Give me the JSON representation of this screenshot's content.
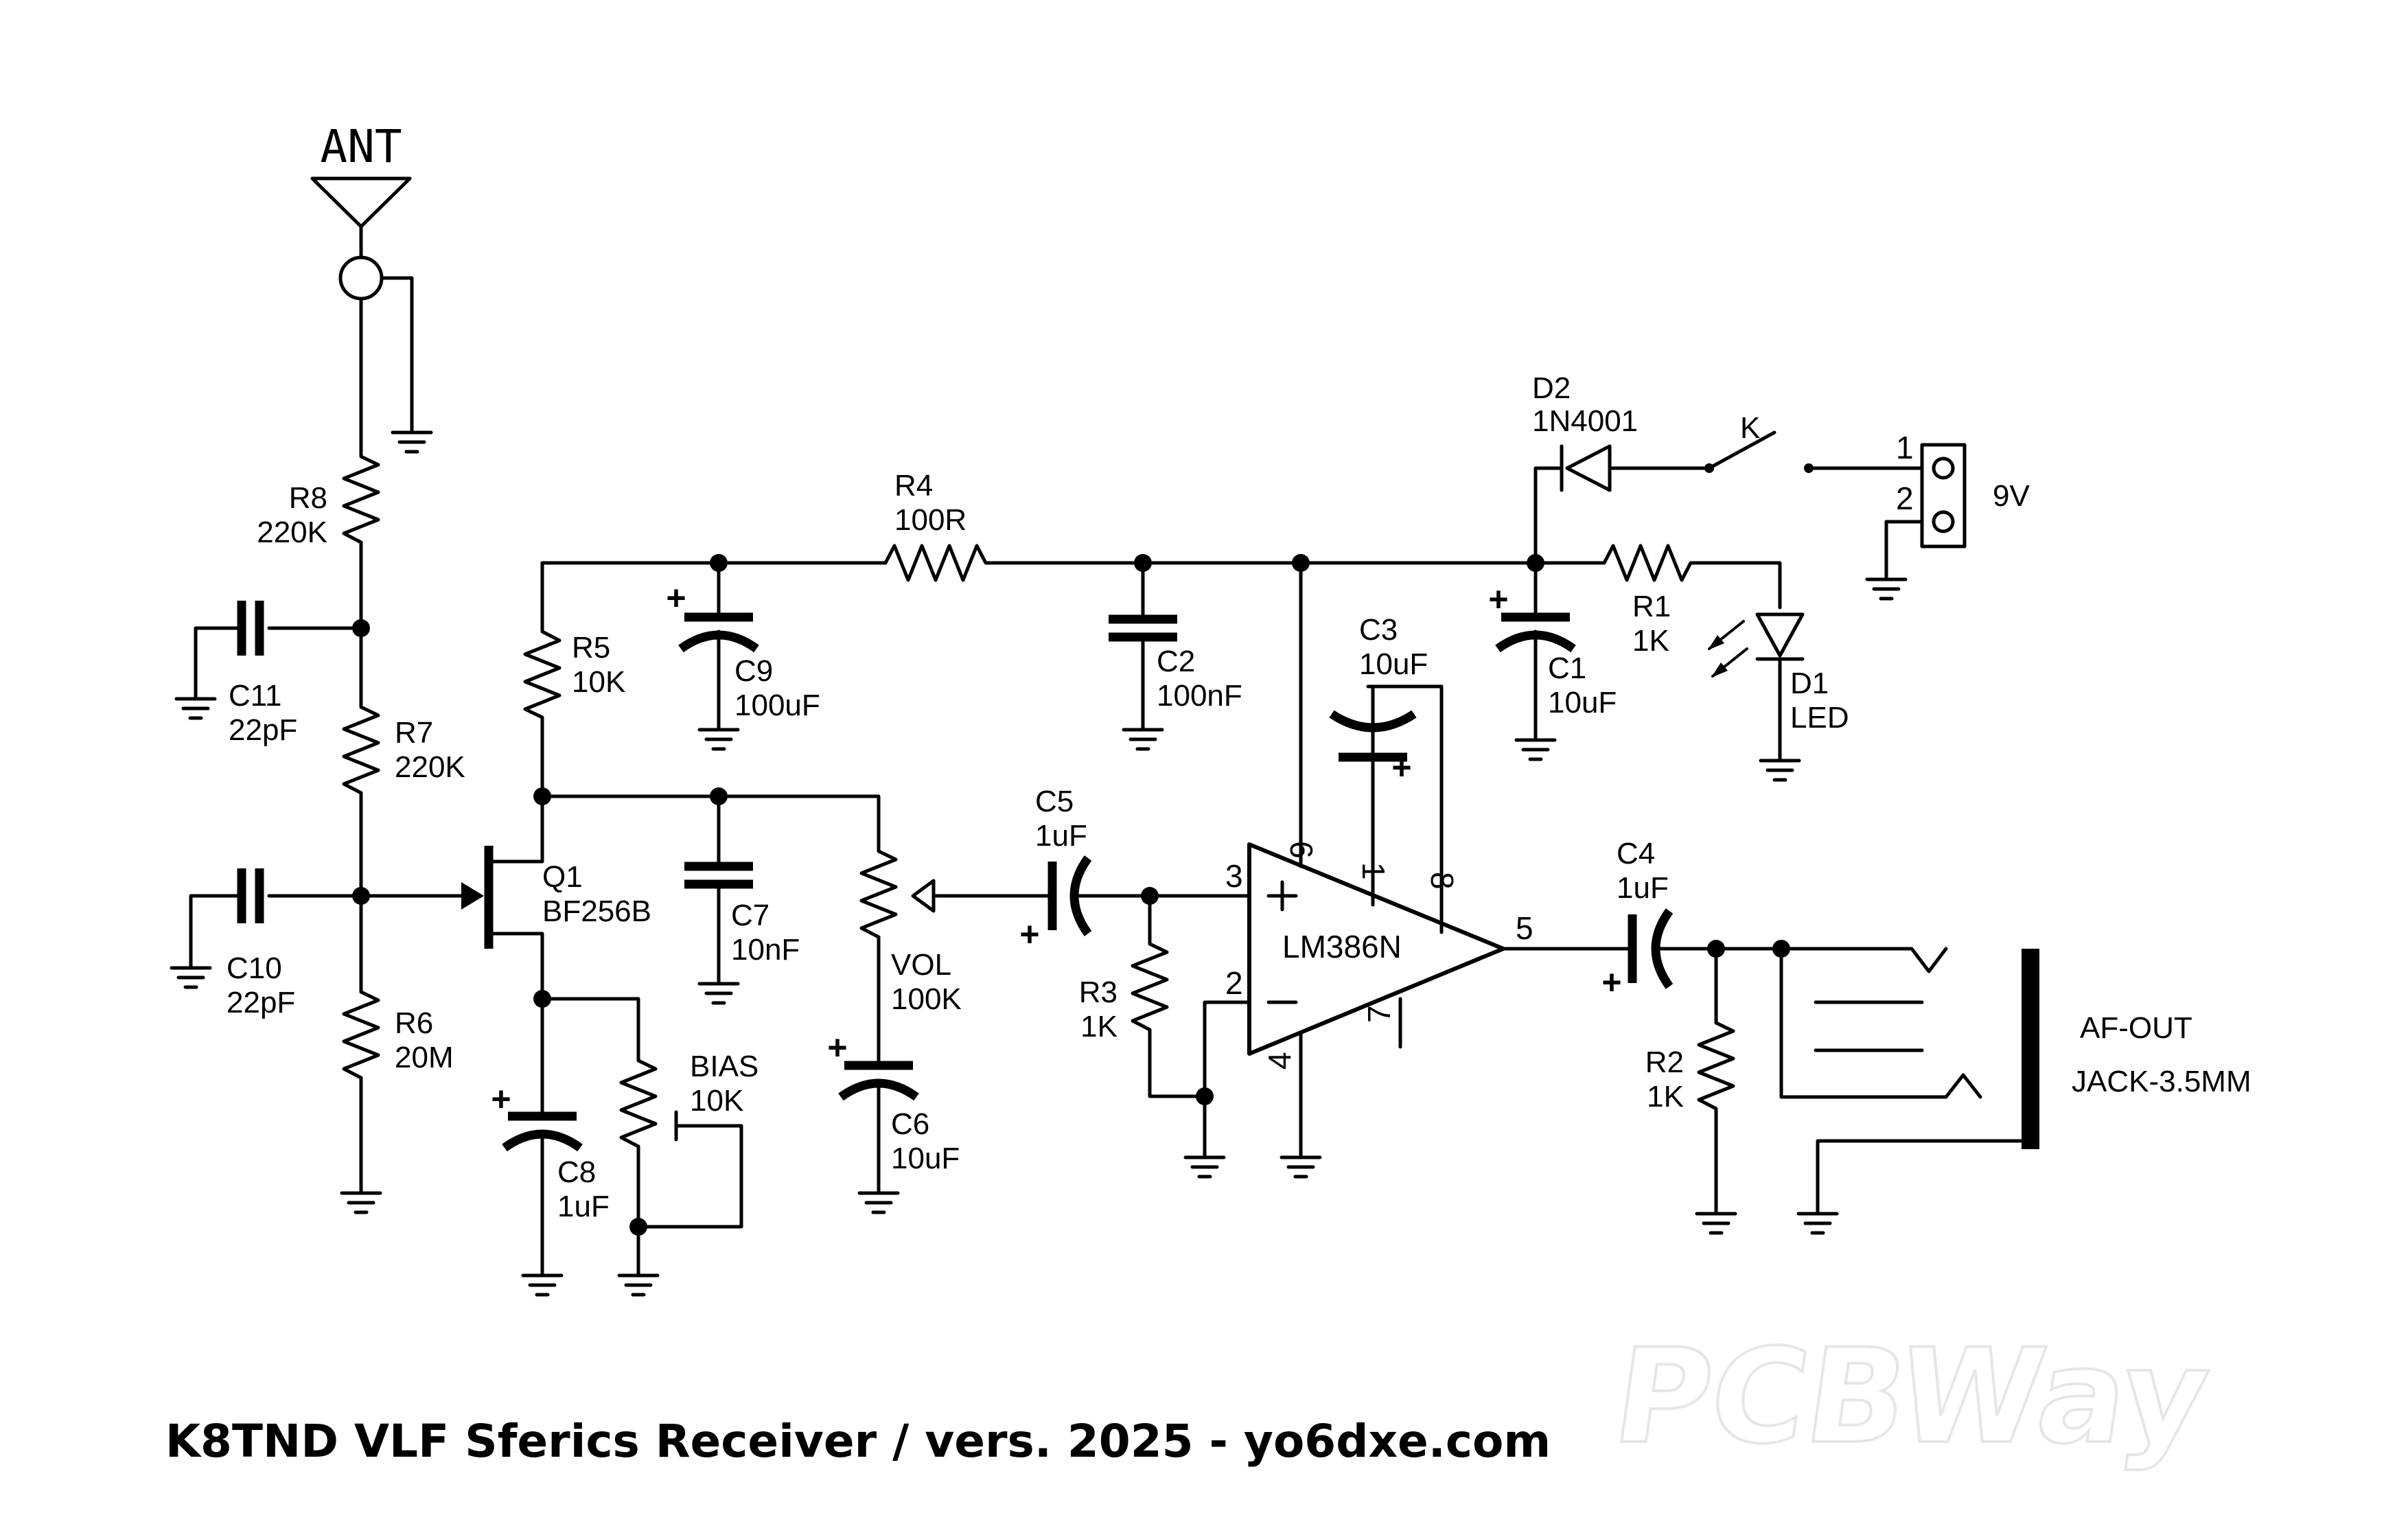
{
  "title": "K8TND VLF Sferics Receiver / vers. 2025 - yo6dxe.com",
  "watermark": "PCBWay",
  "components": {
    "ant": {
      "ref": "ANT"
    },
    "r8": {
      "ref": "R8",
      "value": "220K"
    },
    "r7": {
      "ref": "R7",
      "value": "220K"
    },
    "r6": {
      "ref": "R6",
      "value": "20M"
    },
    "c11": {
      "ref": "C11",
      "value": "22pF"
    },
    "c10": {
      "ref": "C10",
      "value": "22pF"
    },
    "q1": {
      "ref": "Q1",
      "value": "BF256B"
    },
    "r5": {
      "ref": "R5",
      "value": "10K"
    },
    "c9": {
      "ref": "C9",
      "value": "100uF"
    },
    "r4": {
      "ref": "R4",
      "value": "100R"
    },
    "c2": {
      "ref": "C2",
      "value": "100nF"
    },
    "c7": {
      "ref": "C7",
      "value": "10nF"
    },
    "vol": {
      "ref": "VOL",
      "value": "100K"
    },
    "c6": {
      "ref": "C6",
      "value": "10uF"
    },
    "c8": {
      "ref": "C8",
      "value": "1uF"
    },
    "bias": {
      "ref": "BIAS",
      "value": "10K"
    },
    "c5": {
      "ref": "C5",
      "value": "1uF"
    },
    "r3": {
      "ref": "R3",
      "value": "1K"
    },
    "u1": {
      "value": "LM386N",
      "pins": [
        "1",
        "2",
        "3",
        "4",
        "5",
        "6",
        "7",
        "8"
      ]
    },
    "c3": {
      "ref": "C3",
      "value": "10uF"
    },
    "c1": {
      "ref": "C1",
      "value": "10uF"
    },
    "d2": {
      "ref": "D2",
      "value": "1N4001"
    },
    "k": {
      "ref": "K"
    },
    "r1": {
      "ref": "R1",
      "value": "1K"
    },
    "d1": {
      "ref": "D1",
      "value": "LED"
    },
    "conn": {
      "value": "9V",
      "pins": [
        "1",
        "2"
      ]
    },
    "c4": {
      "ref": "C4",
      "value": "1uF"
    },
    "r2": {
      "ref": "R2",
      "value": "1K"
    },
    "jack": {
      "ref": "AF-OUT",
      "value": "JACK-3.5MM"
    }
  },
  "polarity": {
    "plus": "+",
    "minus": "−"
  }
}
